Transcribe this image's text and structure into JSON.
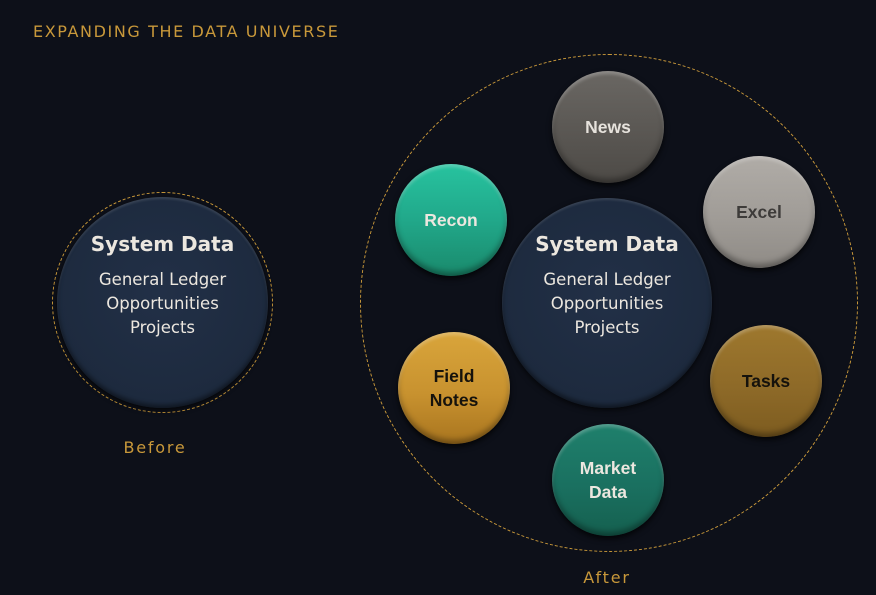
{
  "title": "EXPANDING THE DATA UNIVERSE",
  "colors": {
    "background": "#0d1019",
    "accent": "#c8983a",
    "core": "#1f2b3f",
    "text_light": "#ece7df"
  },
  "before": {
    "label": "Before",
    "core": {
      "title": "System Data",
      "items": [
        "General Ledger",
        "Opportunities",
        "Projects"
      ]
    }
  },
  "after": {
    "label": "After",
    "core": {
      "title": "System Data",
      "items": [
        "General Ledger",
        "Opportunities",
        "Projects"
      ]
    },
    "satellites": [
      {
        "id": "news",
        "label": "News",
        "color": "#5d5a56"
      },
      {
        "id": "excel",
        "label": "Excel",
        "color": "#a19d99"
      },
      {
        "id": "tasks",
        "label": "Tasks",
        "color": "#8e6a28"
      },
      {
        "id": "market-data",
        "label": "Market\nData",
        "line1": "Market",
        "line2": "Data",
        "color": "#1a7060"
      },
      {
        "id": "field-notes",
        "label": "Field\nNotes",
        "line1": "Field",
        "line2": "Notes",
        "color": "#c8922f"
      },
      {
        "id": "recon",
        "label": "Recon",
        "color": "#21a88a"
      }
    ]
  }
}
